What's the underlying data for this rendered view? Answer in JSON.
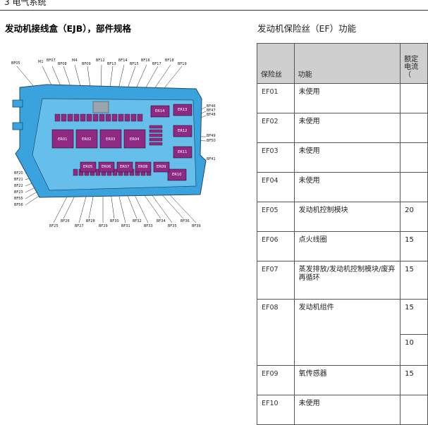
{
  "header": {
    "chapter": "3 电气系统"
  },
  "left": {
    "title": "发动机接线盒（EJB），部件规格",
    "diagram": {
      "top_labels": [
        "BF05",
        "M1",
        "BF07",
        "BF08",
        "M4",
        "BF09",
        "BF12",
        "BF13",
        "BF14",
        "BF15",
        "BF16",
        "BF17",
        "BF18",
        "BF19"
      ],
      "right_labels": [
        "BF46",
        "BF47",
        "BF48",
        "BF49",
        "BF50",
        "BF41"
      ],
      "left_labels": [
        "BF20",
        "BF21",
        "BF22",
        "BF23",
        "BF55",
        "BF56"
      ],
      "bottom_labels": [
        "BF25",
        "BF26",
        "BF27",
        "BF28",
        "BF29",
        "BF30",
        "BF31",
        "BF32",
        "BF33",
        "BF34",
        "BF35",
        "BF36",
        "BF39"
      ],
      "relays_row": [
        "ER01",
        "ER02",
        "ER03",
        "ER04"
      ],
      "relays_right": [
        "ER14",
        "ER13",
        "ER12",
        "ER11",
        "ER10"
      ],
      "relays_bottom": [
        "ER05",
        "ER06",
        "ER07",
        "ER08",
        "ER09"
      ]
    }
  },
  "right": {
    "title": "发动机保险丝（EF）功能",
    "table": {
      "headers": {
        "fuse": "保险丝",
        "function": "功能",
        "rating": "额定电流（"
      },
      "rows": [
        {
          "fuse": "EF01",
          "function": "未使用",
          "rating": ""
        },
        {
          "fuse": "EF02",
          "function": "未使用",
          "rating": ""
        },
        {
          "fuse": "EF03",
          "function": "未使用",
          "rating": ""
        },
        {
          "fuse": "EF04",
          "function": "未使用",
          "rating": ""
        },
        {
          "fuse": "EF05",
          "function": "发动机控制模块",
          "rating": "20"
        },
        {
          "fuse": "EF06",
          "function": "点火线圈",
          "rating": "15"
        },
        {
          "fuse": "EF07",
          "function": "蒸发排放/发动机控制模块/废弃再循环",
          "rating": "15"
        },
        {
          "fuse": "EF08",
          "function": "发动机组件",
          "rating": "15",
          "rating2": "10"
        },
        {
          "fuse": "EF09",
          "function": "氧传感器",
          "rating": "15"
        },
        {
          "fuse": "EF10",
          "function": "未使用",
          "rating": ""
        }
      ]
    }
  },
  "colors": {
    "box_blue": "#3aa3de",
    "relay_purple": "#8f2a84",
    "header_gray": "#cfcfcf"
  }
}
